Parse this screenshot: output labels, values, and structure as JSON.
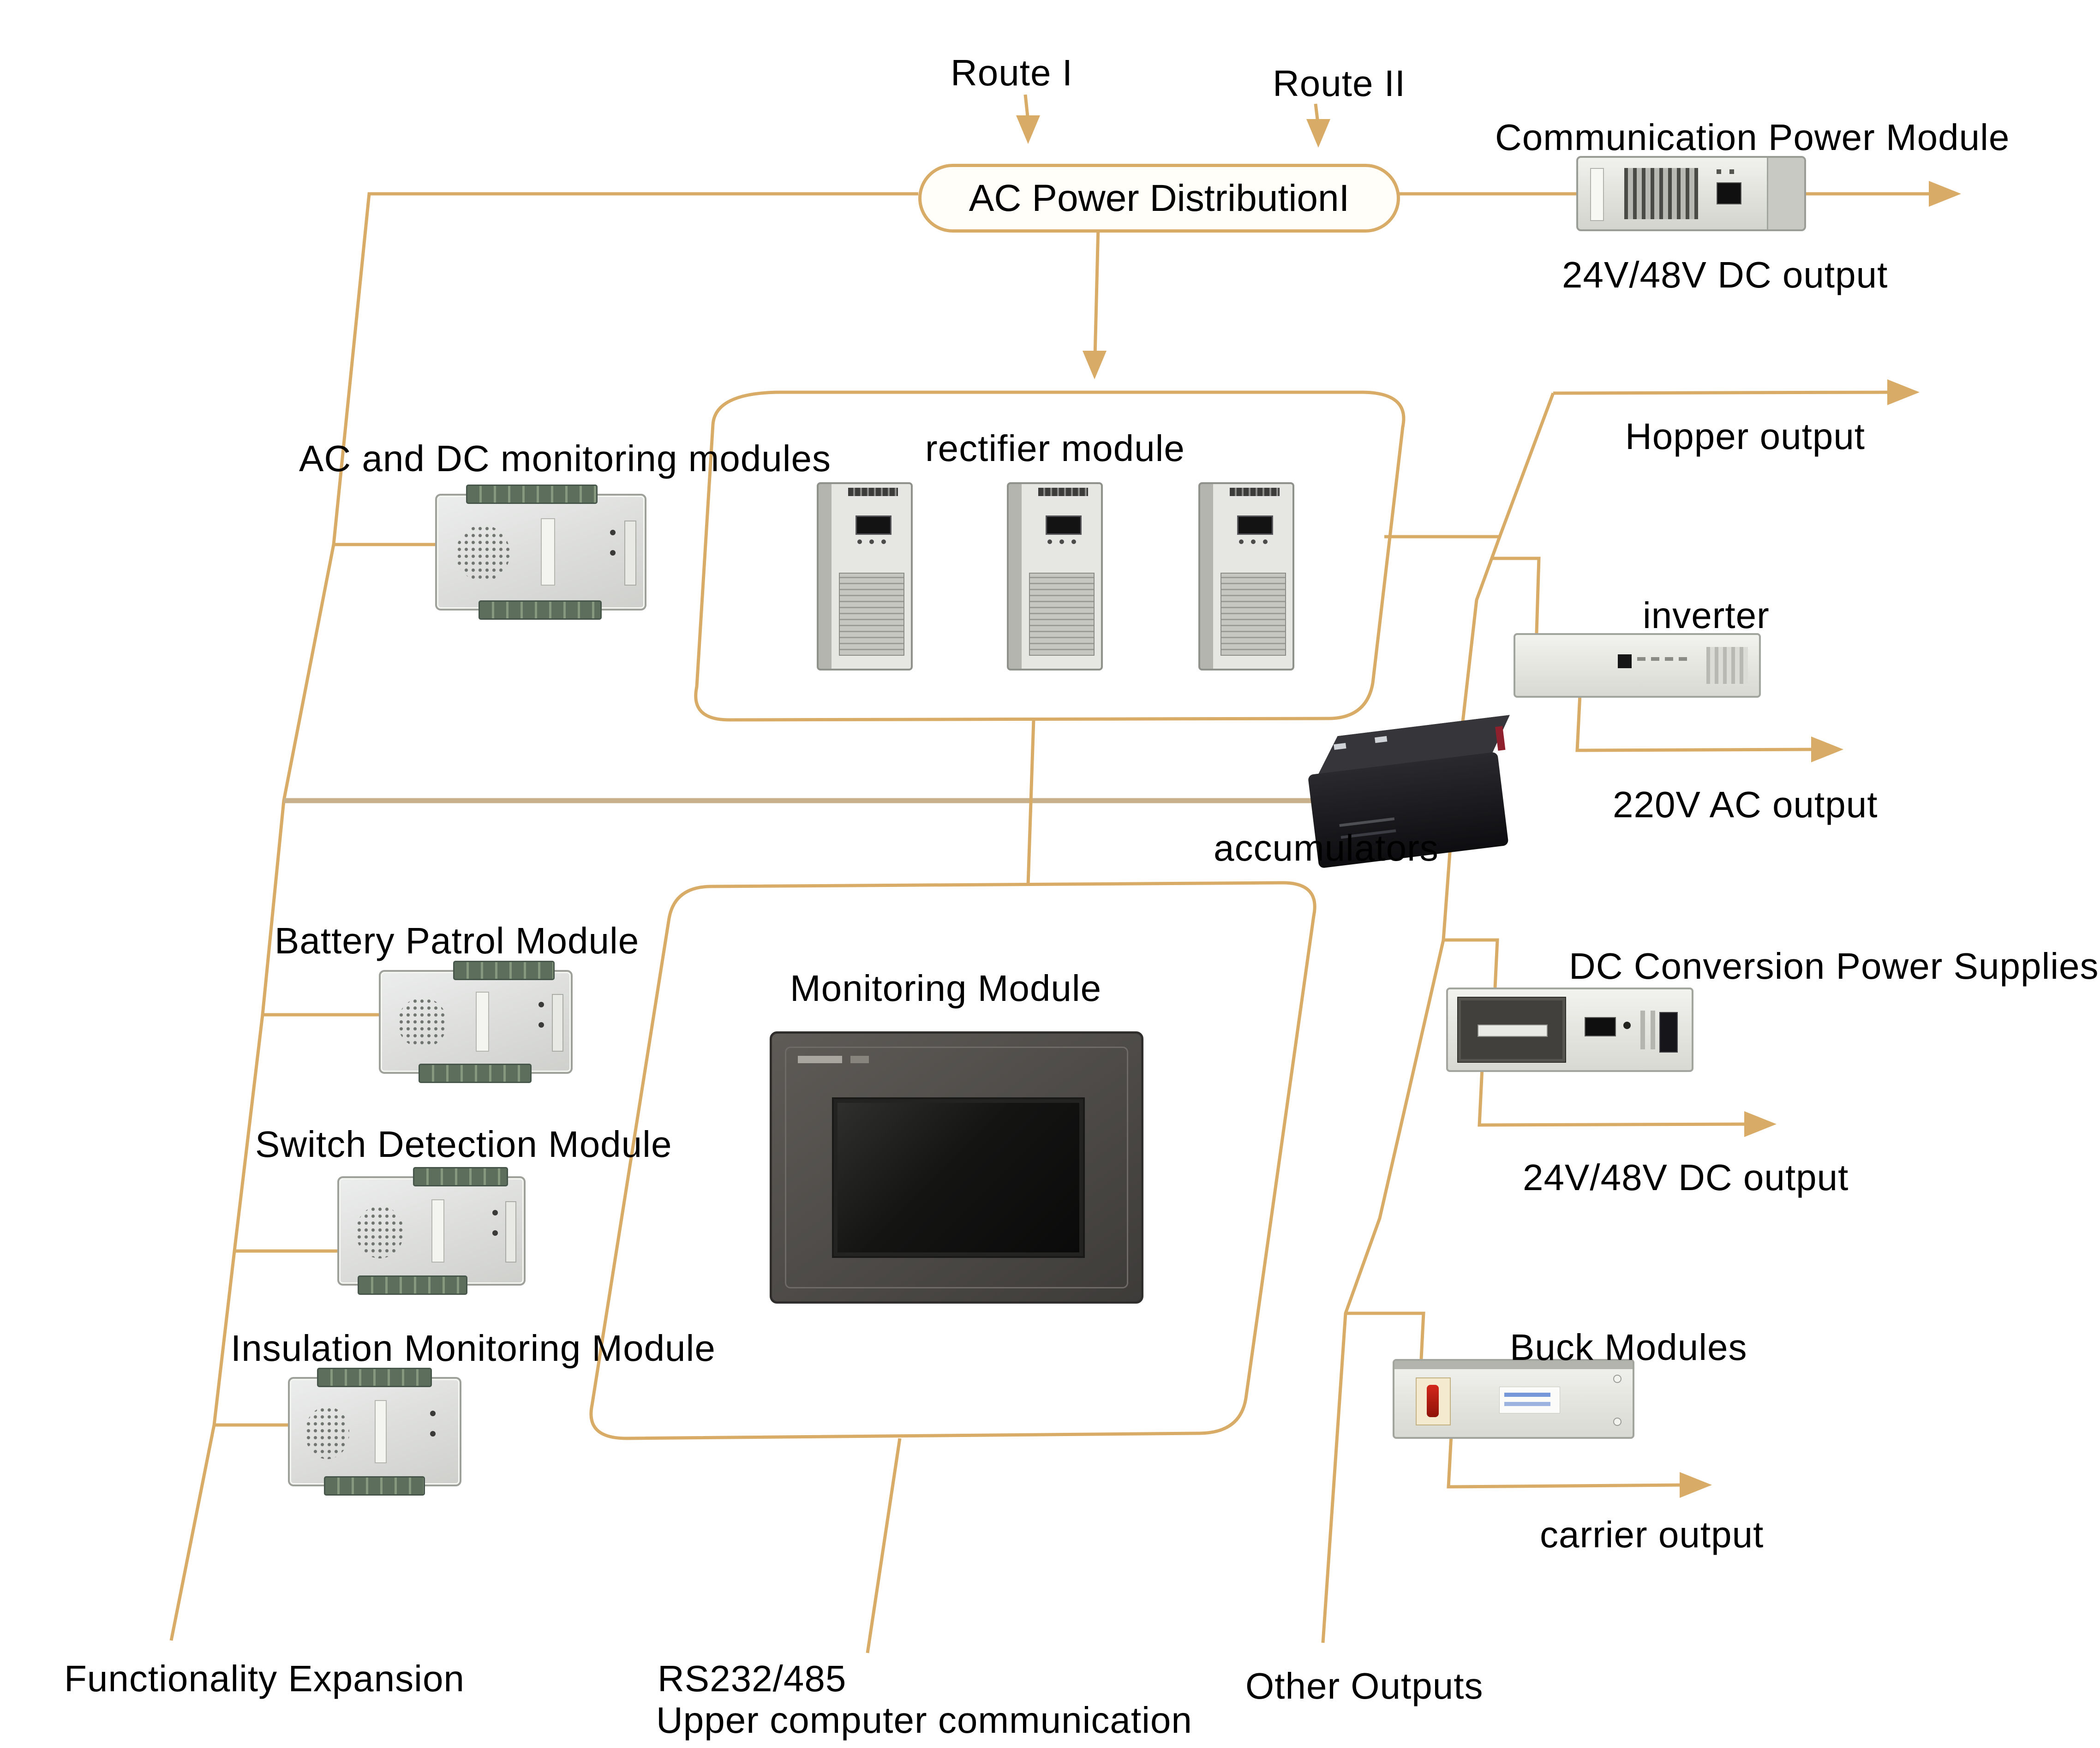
{
  "diagram": {
    "background": "#ffffff",
    "colors": {
      "connector_line": "#d8ab67",
      "bus_line": "#c7b08a",
      "text": "#000000"
    },
    "labels": {
      "route1": "Route I",
      "route2": "Route II",
      "ac_power_distribution": "AC Power DistributionI",
      "communication_power_module": "Communication Power Module",
      "dc_output_top": "24V/48V DC output",
      "ac_dc_monitoring": "AC and DC monitoring modules",
      "rectifier_module": "rectifier module",
      "hopper_output": "Hopper output",
      "inverter": "inverter",
      "accumulators": "accumulators",
      "ac_output_220v": "220V AC output",
      "battery_patrol": "Battery Patrol Module",
      "monitoring_module": "Monitoring Module",
      "switch_detection": "Switch Detection Module",
      "insulation_monitoring": "Insulation Monitoring Module",
      "dc_conversion": "DC Conversion Power Supplies",
      "dc_output_bottom": "24V/48V DC output",
      "buck_modules": "Buck Modules",
      "carrier_output": "carrier output",
      "functionality_expansion": "Functionality Expansion",
      "rs232": "RS232/485",
      "upper_computer_communication": "Upper computer communication",
      "other_outputs": "Other Outputs"
    }
  }
}
